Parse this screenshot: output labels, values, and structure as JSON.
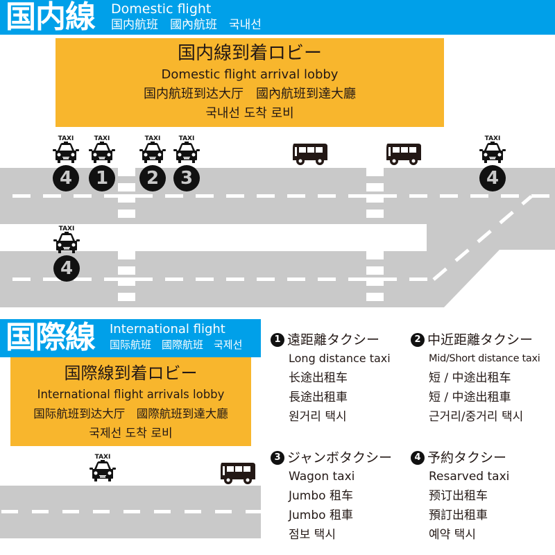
{
  "domestic": {
    "header": {
      "title_ja": "国内線",
      "title_en": "Domestic flight",
      "subtitles": "国内航班　國內航班　국내선"
    },
    "lobby": {
      "title_ja": "国内線到着ロビー",
      "title_en": "Domestic flight arrival lobby",
      "title_zh": "国内航班到达大厅　國內航班到達大廳",
      "title_ko": "국내선 도착 로비"
    },
    "taxi_label": "TAXI",
    "stands_upper": [
      {
        "type": "taxi",
        "number": "4"
      },
      {
        "type": "taxi",
        "number": "1"
      },
      {
        "type": "taxi",
        "number": "2"
      },
      {
        "type": "taxi",
        "number": "3"
      },
      {
        "type": "bus"
      },
      {
        "type": "bus"
      },
      {
        "type": "taxi",
        "number": "4"
      }
    ],
    "stands_lower": [
      {
        "type": "taxi",
        "number": "4"
      }
    ]
  },
  "international": {
    "header": {
      "title_ja": "国際線",
      "title_en": "International flight",
      "subtitles": "国际航班　國際航班　국제선"
    },
    "lobby": {
      "title_ja": "国際線到着ロビー",
      "title_en": "International flight arrivals lobby",
      "title_zh": "国际航班到达大厅　國際航班到達大廳",
      "title_ko": "국제선 도착 로비"
    },
    "taxi_label": "TAXI",
    "stands": [
      {
        "type": "taxi"
      },
      {
        "type": "bus"
      }
    ]
  },
  "legend": [
    {
      "number": "1",
      "title": "遠距離タクシー",
      "en": "Long distance taxi",
      "zh_s": "长途出租车",
      "zh_t": "長途出租車",
      "ko": "원거리 택시"
    },
    {
      "number": "2",
      "title": "中近距離タクシー",
      "en": "Mid/Short distance taxi",
      "zh_s": "短 / 中途出租车",
      "zh_t": "短 / 中途出租車",
      "ko": "근거리/중거리 택시"
    },
    {
      "number": "3",
      "title": "ジャンボタクシー",
      "en": "Wagon taxi",
      "zh_s": "Jumbo 租车",
      "zh_t": "Jumbo 租車",
      "ko": "점보 택시"
    },
    {
      "number": "4",
      "title": "予約タクシー",
      "en": "Resarved taxi",
      "zh_s": "预订出租车",
      "zh_t": "預訂出租車",
      "ko": "예약 택시"
    }
  ],
  "colors": {
    "header_blue": "#00a0e9",
    "lobby_orange": "#f8b62d",
    "road_gray": "#c9c9c9",
    "icon_black": "#231815"
  }
}
